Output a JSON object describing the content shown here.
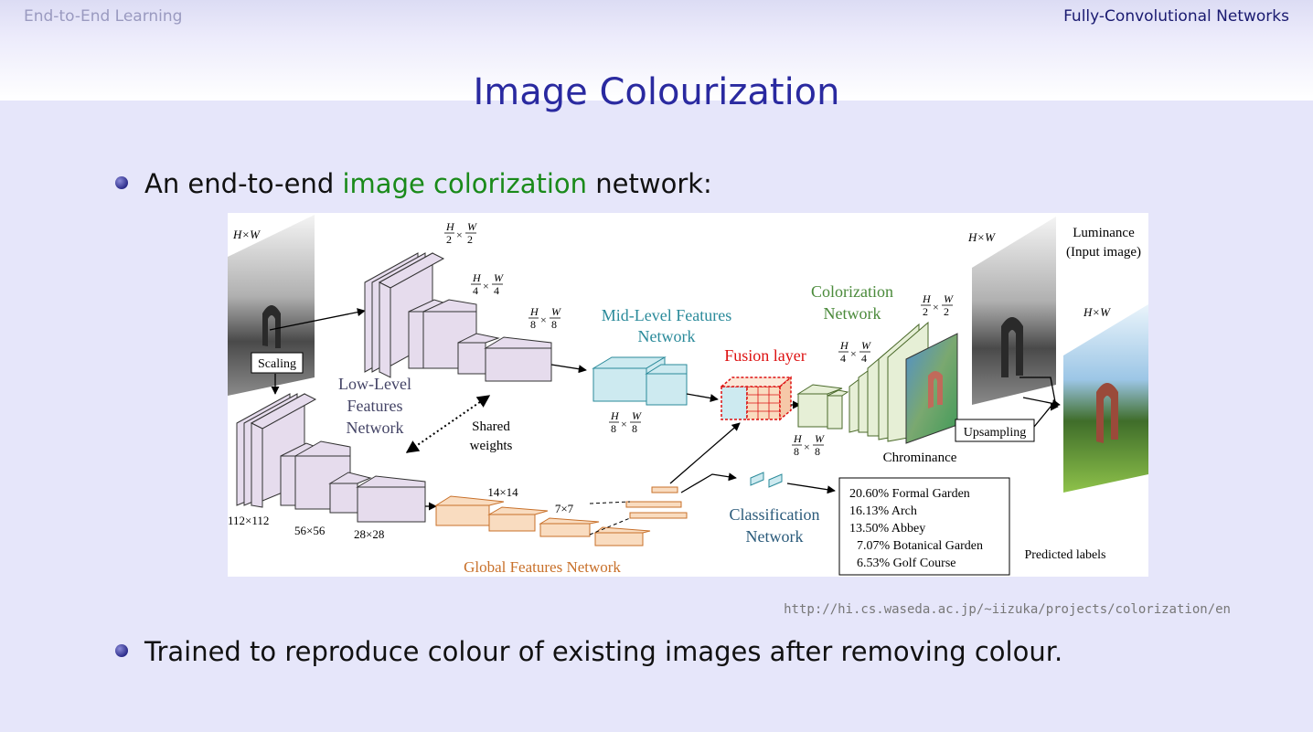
{
  "header": {
    "section_left": "End-to-End Learning",
    "section_right": "Fully-Convolutional Networks"
  },
  "title": "Image Colourization",
  "bullet1": {
    "before": "An end-to-end ",
    "highlight": "image colorization",
    "after": " network:"
  },
  "bullet2": "Trained to reproduce colour of existing images after removing colour.",
  "source_url": "http://hi.cs.waseda.ac.jp/~iizuka/projects/colorization/en",
  "figure": {
    "hw_input": "H×W",
    "scaling": "Scaling",
    "low_level": [
      "Low-Level",
      "Features",
      "Network"
    ],
    "shared_weights": [
      "Shared",
      "weights"
    ],
    "mid_level": [
      "Mid-Level Features",
      "Network"
    ],
    "fusion": "Fusion layer",
    "colorization": [
      "Colorization",
      "Network"
    ],
    "chrominance": "Chrominance",
    "upsampling": "Upsampling",
    "luminance": [
      "Luminance",
      "(Input image)"
    ],
    "hw_lum": "H×W",
    "hw_out": "H×W",
    "global": "Global Features Network",
    "classification": [
      "Classification",
      "Network"
    ],
    "predicted_labels": "Predicted labels",
    "labels": [
      "20.60% Formal Garden",
      "16.13% Arch",
      "13.50% Abbey",
      "7.07% Botanical Garden",
      "6.53% Golf Course"
    ],
    "sizes": [
      "112×112",
      "56×56",
      "28×28",
      "14×14",
      "7×7"
    ],
    "frac_h": "H",
    "frac_w": "W",
    "den2": "2",
    "den4": "4",
    "den8": "8",
    "times": "×"
  },
  "colors": {
    "title": "#2a2aa0",
    "highlight": "#1a8a1a",
    "low_level": "#e6dced",
    "mid_level": "#cdeaf0",
    "global": "#f9dcc0",
    "colorization": "#e6efd6",
    "fusion": "#dd1111"
  }
}
